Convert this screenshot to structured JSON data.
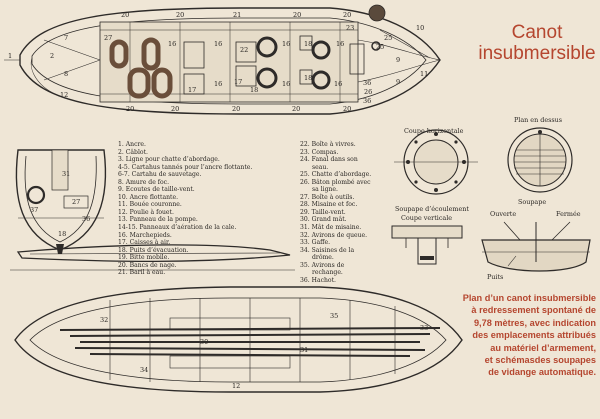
{
  "title": {
    "line1": "Canot",
    "line2": "insubmersible"
  },
  "caption": [
    "Plan d’un canot insubmersible",
    "à redressement spontané de",
    "9,78 mètres, avec indication",
    "des emplacements attribués",
    "au matériel d’armement,",
    "et schémasdes soupapes",
    "de vidange automatique."
  ],
  "legend_left": [
    "1. Ancre.",
    "2. Câblot.",
    "3. Ligne pour chatte d’abordage.",
    "4-5. Cartahus tannés pour l’ancre flottante.",
    "6-7. Cartahu de sauvetage.",
    "8. Amure de foc.",
    "9. Ecoutes de taille-vent.",
    "10. Ancre flottante.",
    "11. Bouée couronne.",
    "12. Poulie à fouet.",
    "13. Panneau de la pompe.",
    "14-15. Panneaux d’aération de la cale.",
    "16. Marchepieds.",
    "17. Caisses à air.",
    "18. Puits d’évacuation.",
    "19. Bitte mobile.",
    "20. Bancs de nage.",
    "21. Baril à eau."
  ],
  "legend_right": [
    "22. Boîte à vivres.",
    "23. Compas.",
    "24. Fanal dans son",
    "seau.",
    "25. Chatte d’abordage.",
    "26. Bâton plombé avec",
    "sa ligne.",
    "27. Boîte à outils.",
    "28. Misaine et foc.",
    "29. Taille-vent.",
    "30. Grand mât.",
    "31. Mât de misaine.",
    "32. Avirons de queue.",
    "33. Gaffe.",
    "34. Saisines de la",
    "drôme.",
    "35. Avirons de",
    "rechange.",
    "36. Hachot."
  ],
  "labels": {
    "coupe_horizontale": "Coupe horizontale",
    "plan_en_dessus": "Plan en dessus",
    "soupape_ecoulement": "Soupape d’écoulement",
    "coupe_verticale": "Coupe verticale",
    "soupape": "Soupape",
    "ouverte": "Ouverte",
    "fermee": "Fermée",
    "puits": "Puits"
  },
  "plan_numbers": {
    "top_row": [
      "20",
      "20",
      "21",
      "20",
      "20"
    ],
    "bottom_row": [
      "20",
      "20",
      "20",
      "20",
      "20"
    ],
    "interior": [
      "27",
      "16",
      "16",
      "22",
      "16",
      "18",
      "16",
      "18",
      "25",
      "17",
      "16",
      "18",
      "16",
      "16",
      "26",
      "17",
      "36",
      "36",
      "12"
    ],
    "bow": [
      "1",
      "2",
      "9",
      "9",
      "7",
      "8",
      "10",
      "23",
      "25"
    ],
    "stern": [
      "11"
    ],
    "bottom_boat": [
      "12",
      "32",
      "35",
      "33",
      "30",
      "31",
      "34"
    ],
    "section": [
      "27",
      "36",
      "37",
      "31",
      "18"
    ]
  },
  "colors": {
    "paper": "#efe6d6",
    "ink": "#2e2b29",
    "accent": "#b5462f"
  }
}
